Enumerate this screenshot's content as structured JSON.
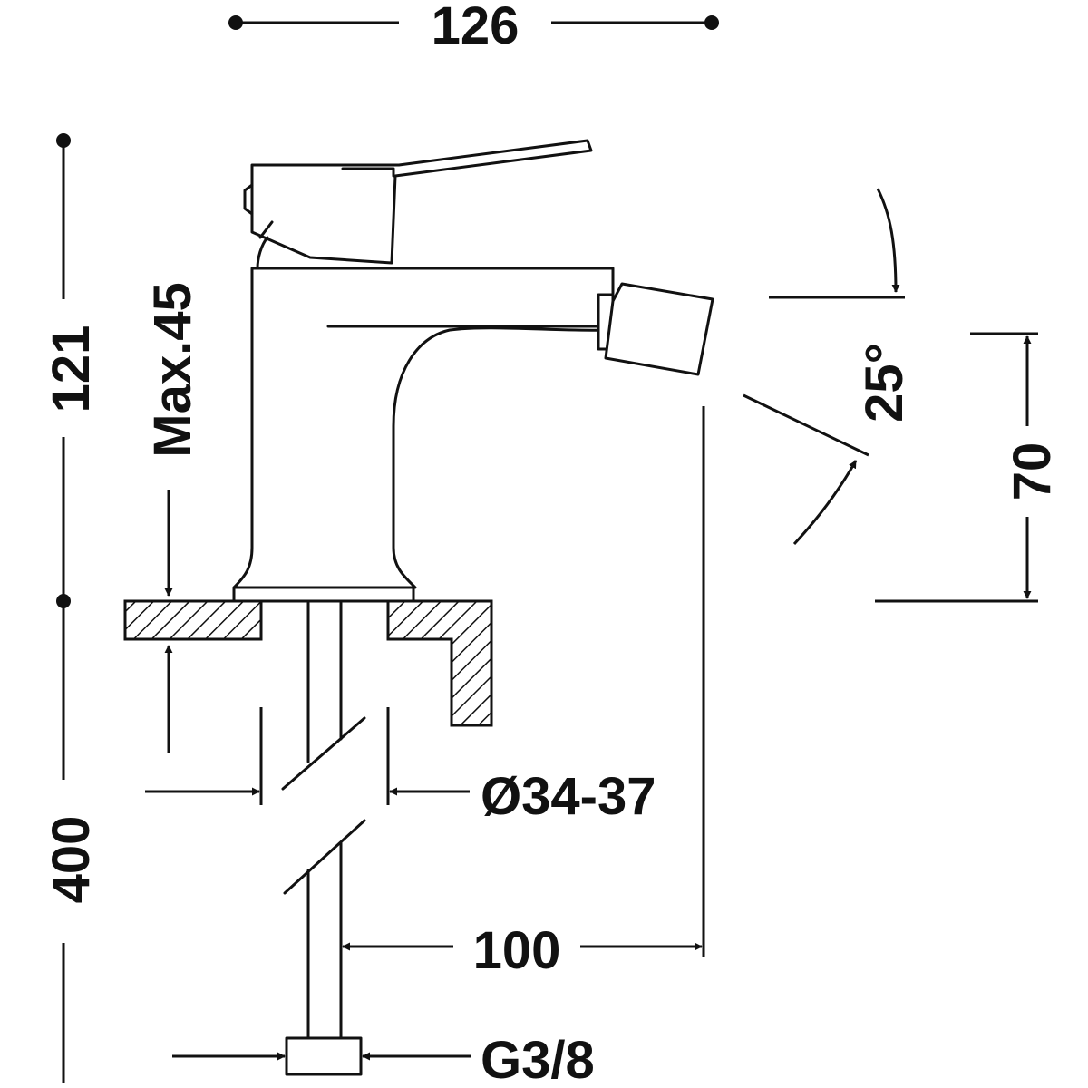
{
  "dimensions": {
    "width_top": "126",
    "height_total": "121",
    "max_deck": "Max.45",
    "hose_length": "400",
    "hole_diameter": "Ø34-37",
    "reach": "100",
    "connection": "G3/8",
    "spout_height": "70",
    "spout_angle": "25°"
  }
}
